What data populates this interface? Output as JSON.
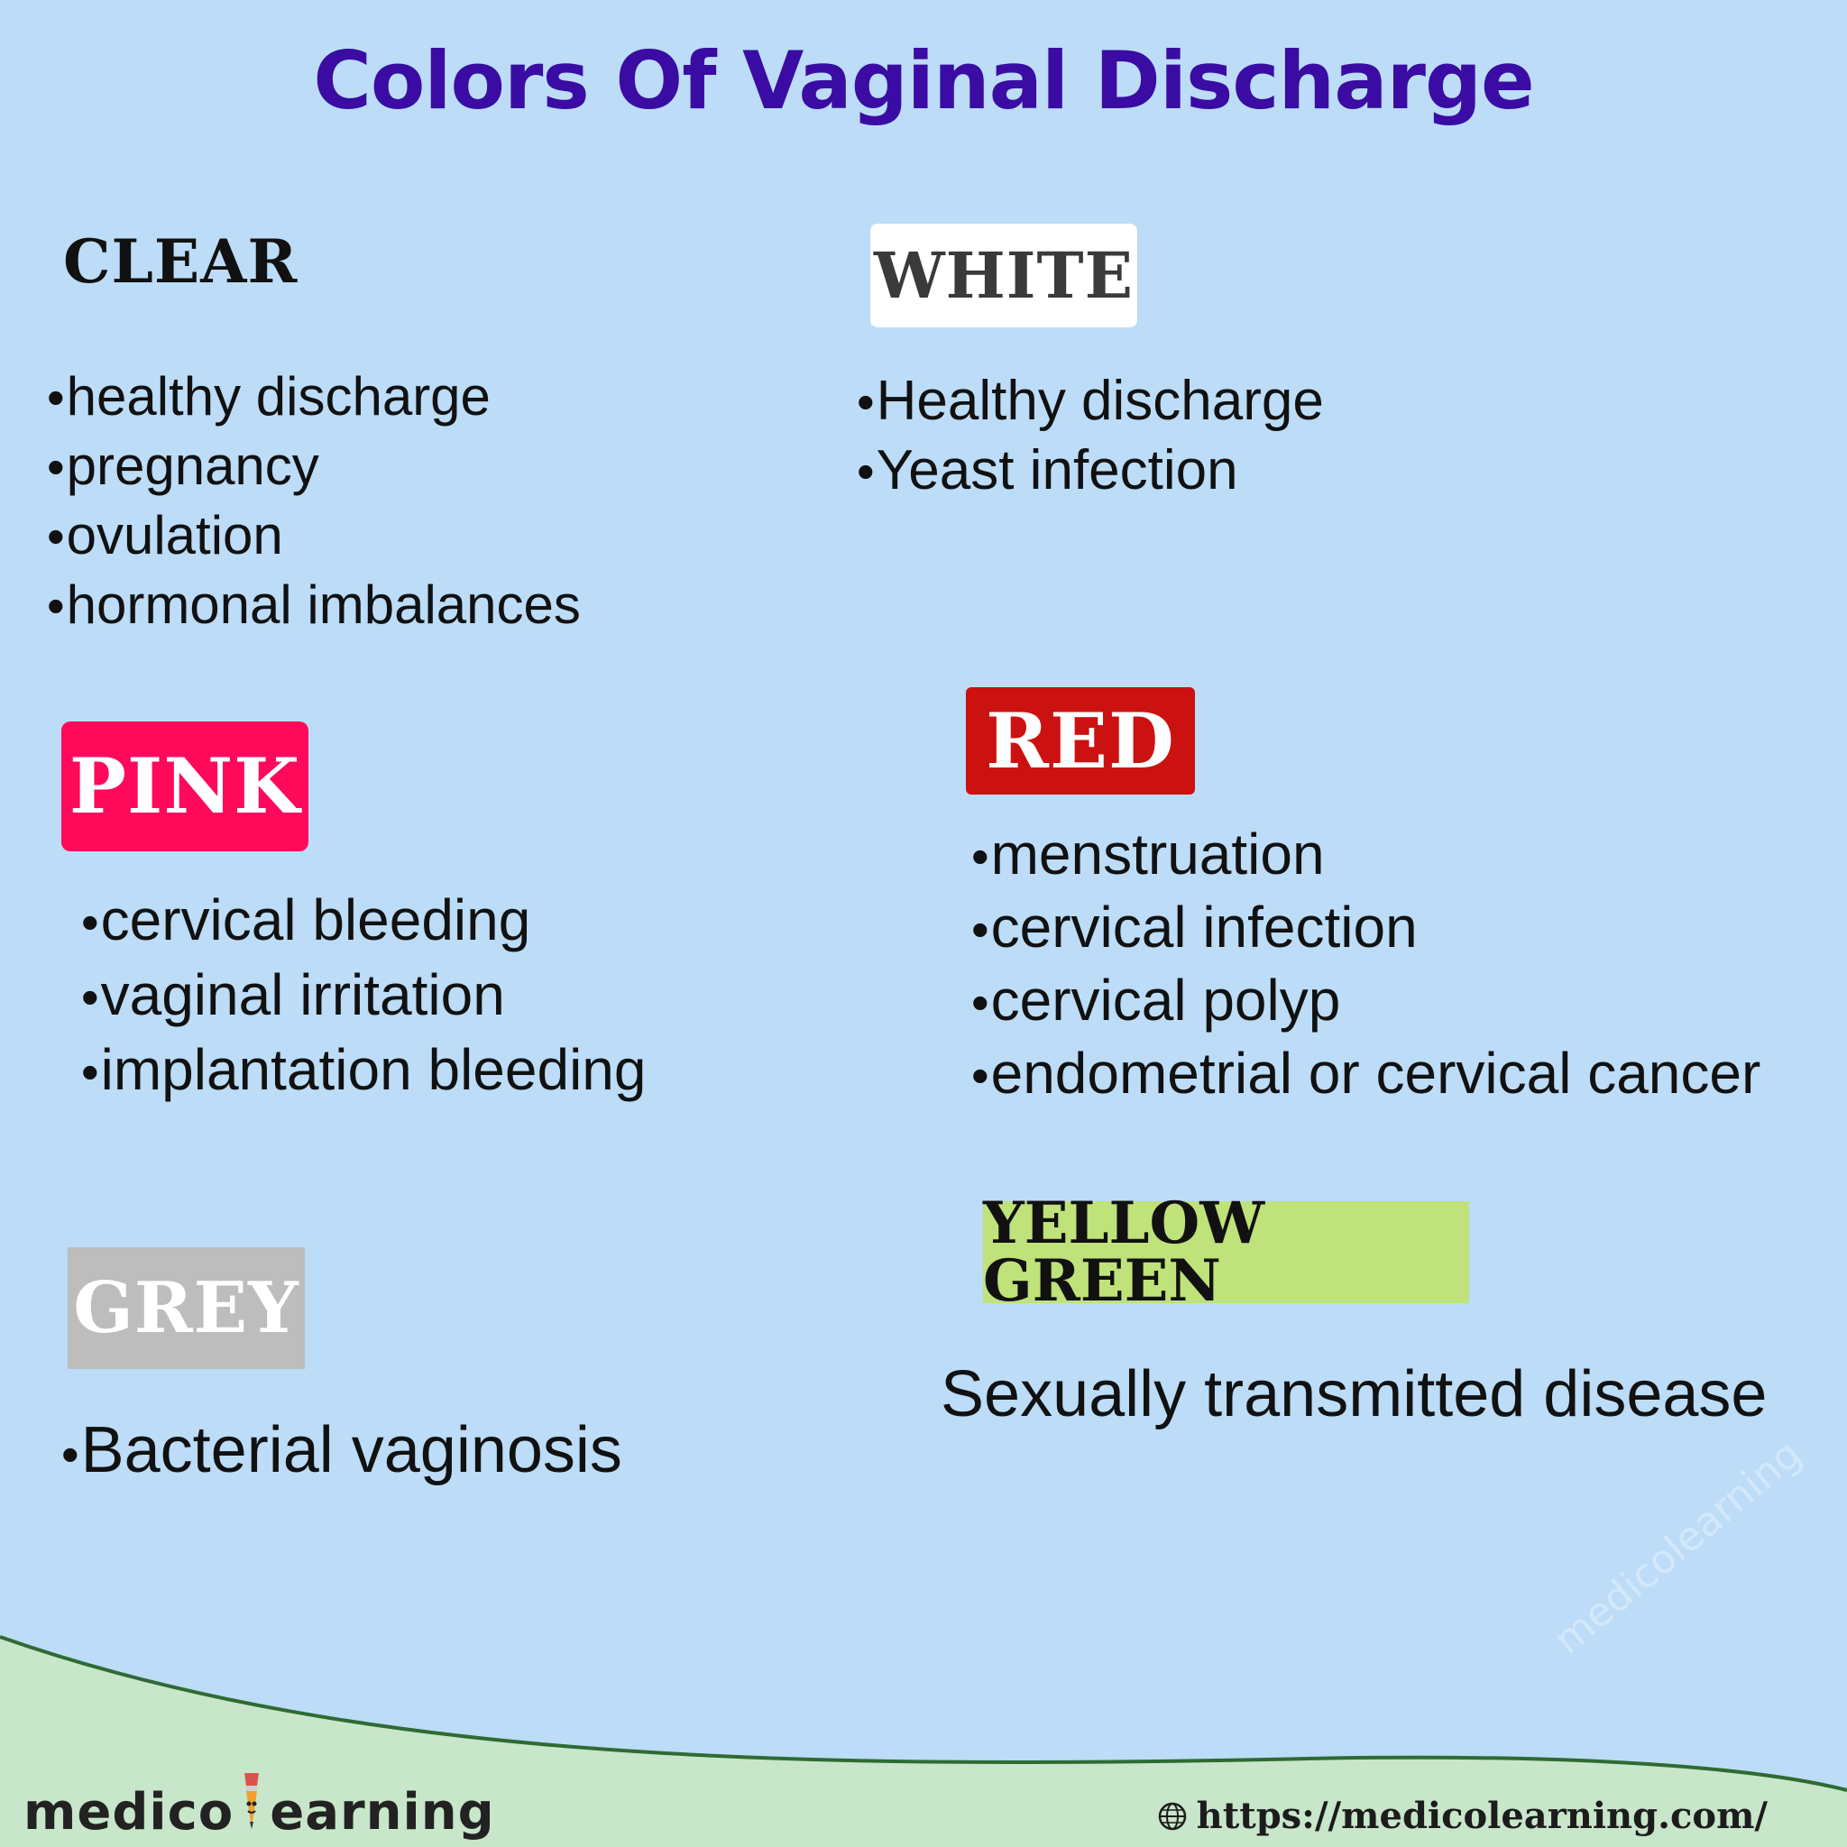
{
  "title": "Colors Of Vaginal Discharge",
  "colors": {
    "background": "#bcdcf7",
    "title": "#3a0ca3",
    "footer": "#c8e6c9",
    "footer_line": "#2e6b33"
  },
  "sections": {
    "clear": {
      "label": "CLEAR",
      "items": [
        "healthy discharge",
        "pregnancy",
        "ovulation",
        "hormonal imbalances"
      ]
    },
    "white": {
      "label": "WHITE",
      "badge_color": "#ffffff",
      "text_color": "#3a3a3a",
      "items": [
        "Healthy discharge",
        "Yeast infection"
      ]
    },
    "pink": {
      "label": "PINK",
      "badge_color": "#ff0a5a",
      "text_color": "#ffffff",
      "items": [
        "cervical bleeding",
        "vaginal irritation",
        "implantation bleeding"
      ]
    },
    "red": {
      "label": "RED",
      "badge_color": "#cc1111",
      "text_color": "#ffffff",
      "items": [
        "menstruation",
        "cervical infection",
        "cervical polyp",
        "endometrial or cervical cancer"
      ]
    },
    "grey": {
      "label": "GREY",
      "badge_color": "#bdbdbd",
      "text_color": "#ffffff",
      "items": [
        "Bacterial vaginosis"
      ]
    },
    "yellow_green": {
      "label": "YELLOW GREEN",
      "badge_color": "#bfe27a",
      "text_color": "#111111",
      "text": "Sexually transmitted disease"
    }
  },
  "footer": {
    "logo_left": "medico",
    "logo_right": "earning",
    "url": "https://medicolearning.com/",
    "watermark": "medicolearning"
  }
}
